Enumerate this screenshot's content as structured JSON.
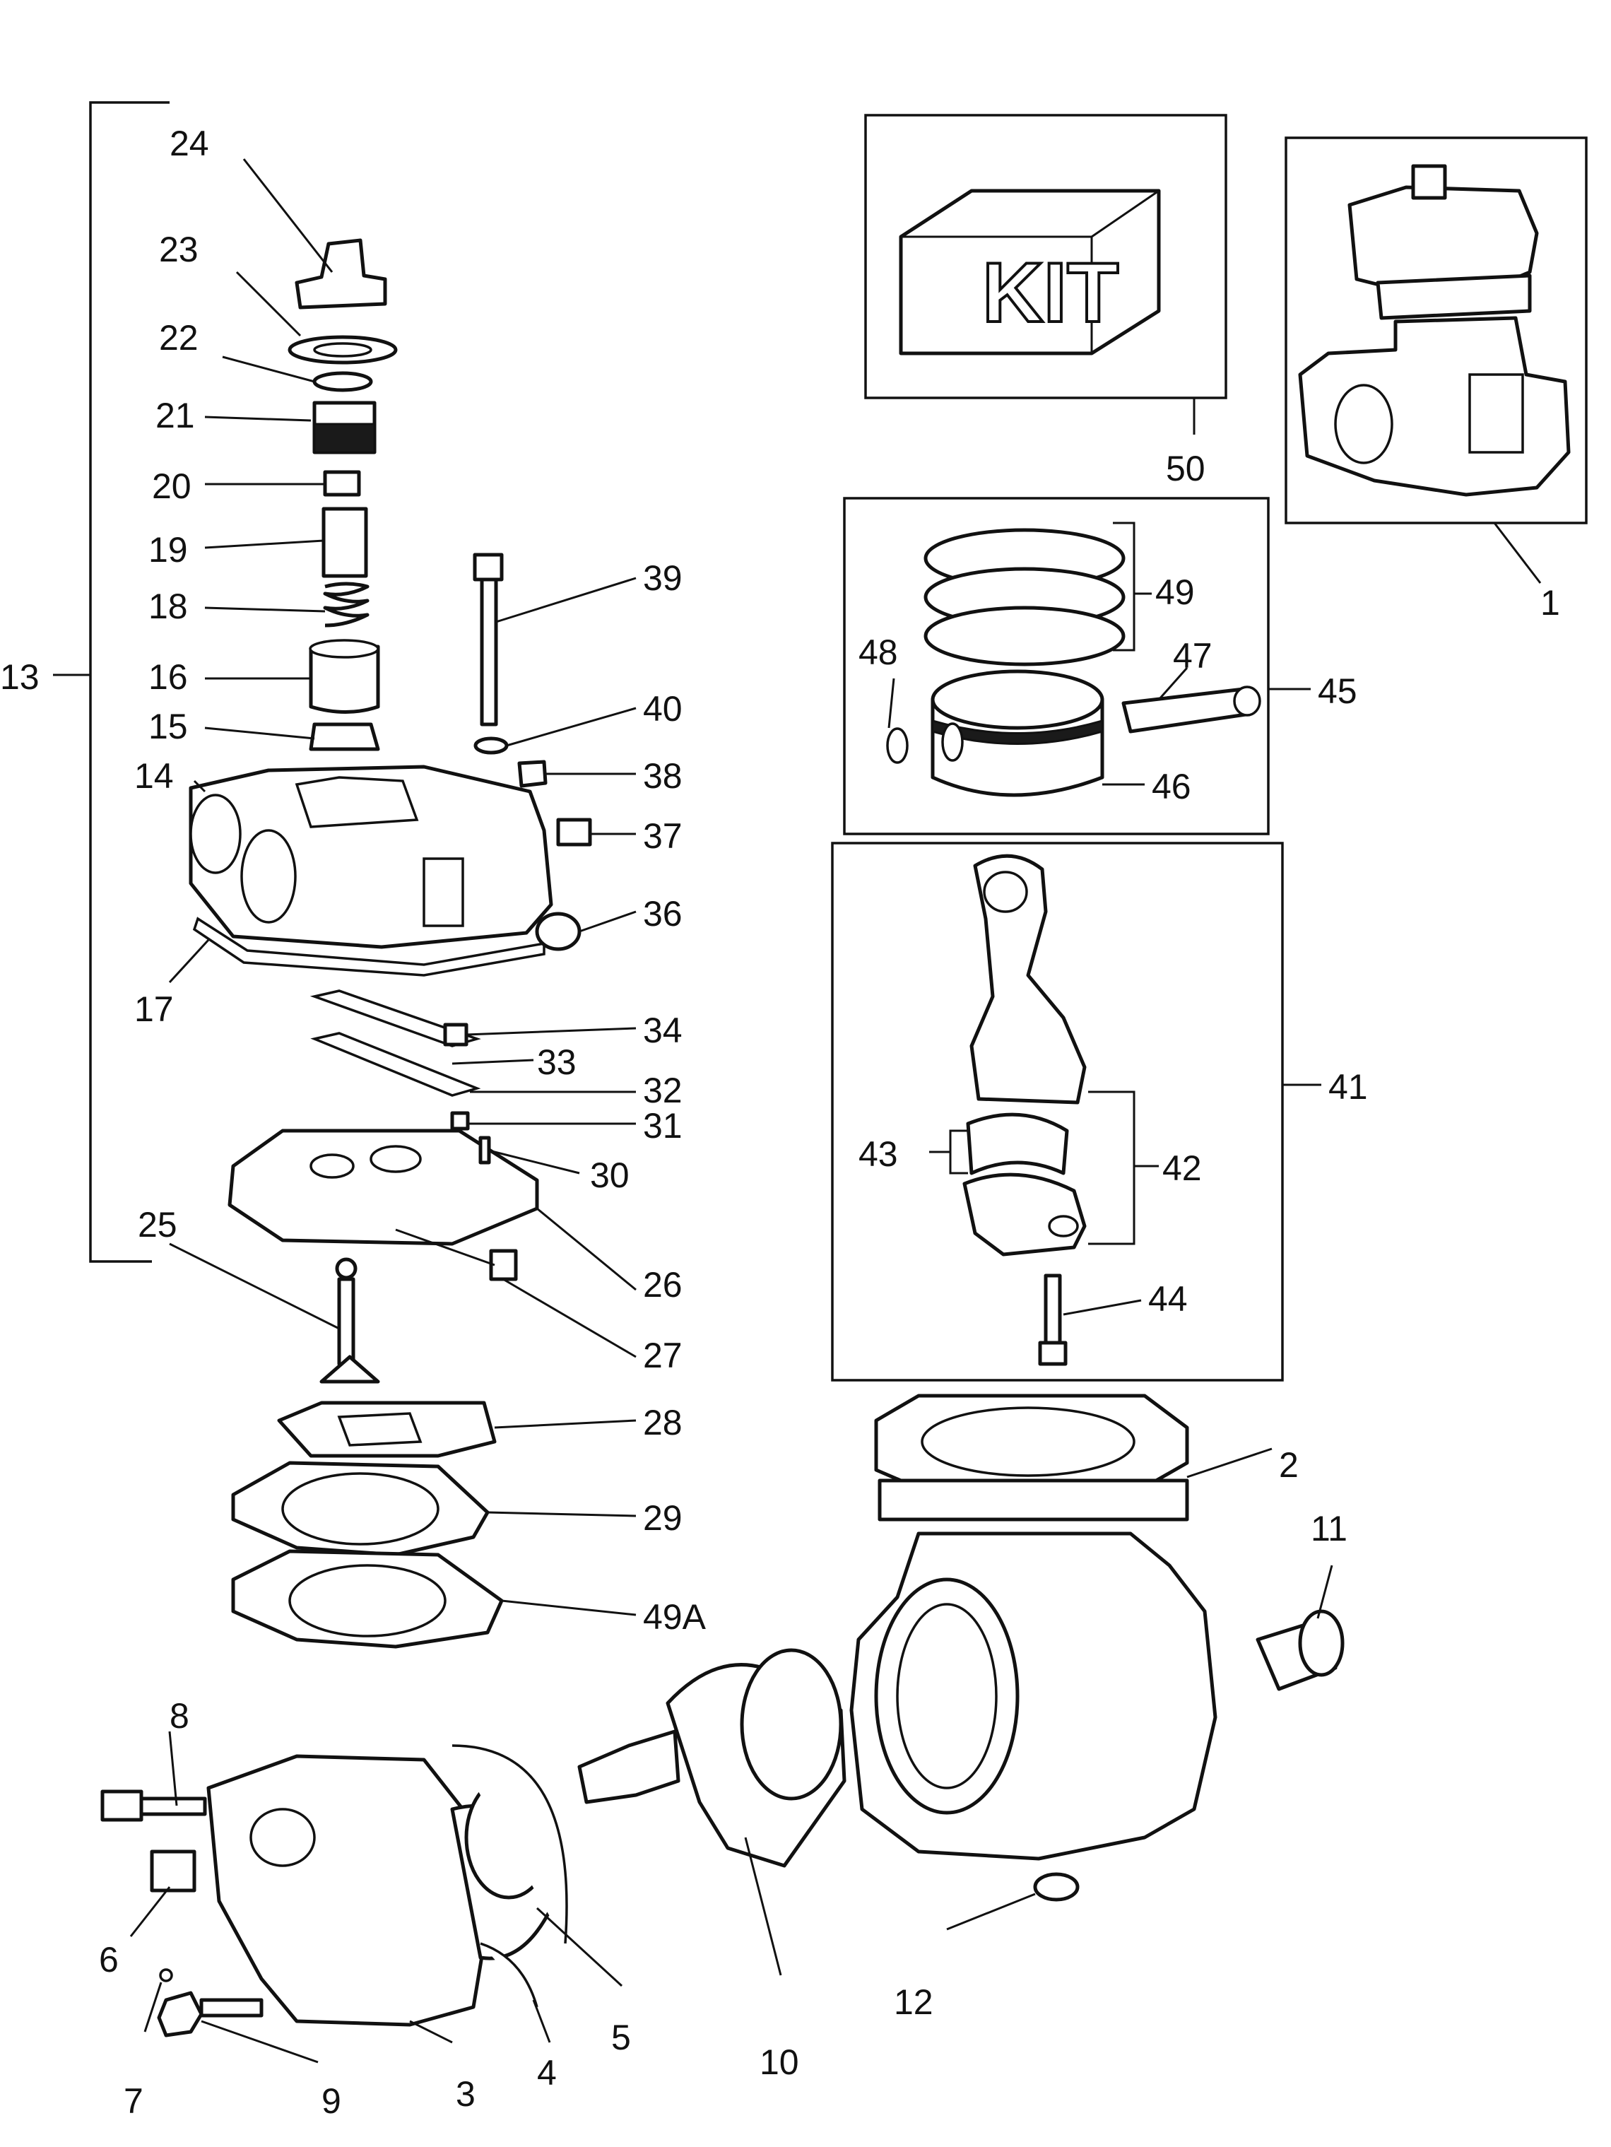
{
  "labels": {
    "p1": "1",
    "p2": "2",
    "p3": "3",
    "p4": "4",
    "p5": "5",
    "p6": "6",
    "p7": "7",
    "p8": "8",
    "p9": "9",
    "p10": "10",
    "p11": "11",
    "p12": "12",
    "p13": "13",
    "p14": "14",
    "p15": "15",
    "p16": "16",
    "p17": "17",
    "p18": "18",
    "p19": "19",
    "p20": "20",
    "p21": "21",
    "p22": "22",
    "p23": "23",
    "p24": "24",
    "p25": "25",
    "p26": "26",
    "p27": "27",
    "p28": "28",
    "p29": "29",
    "p30": "30",
    "p31": "31",
    "p32": "32",
    "p33": "33",
    "p34": "34",
    "p36": "36",
    "p37": "37",
    "p38": "38",
    "p39": "39",
    "p40": "40",
    "p41": "41",
    "p42": "42",
    "p43": "43",
    "p44": "44",
    "p45": "45",
    "p46": "46",
    "p47": "47",
    "p48": "48",
    "p49": "49",
    "p49a": "49A",
    "p50": "50"
  },
  "kit_text": "KIT"
}
